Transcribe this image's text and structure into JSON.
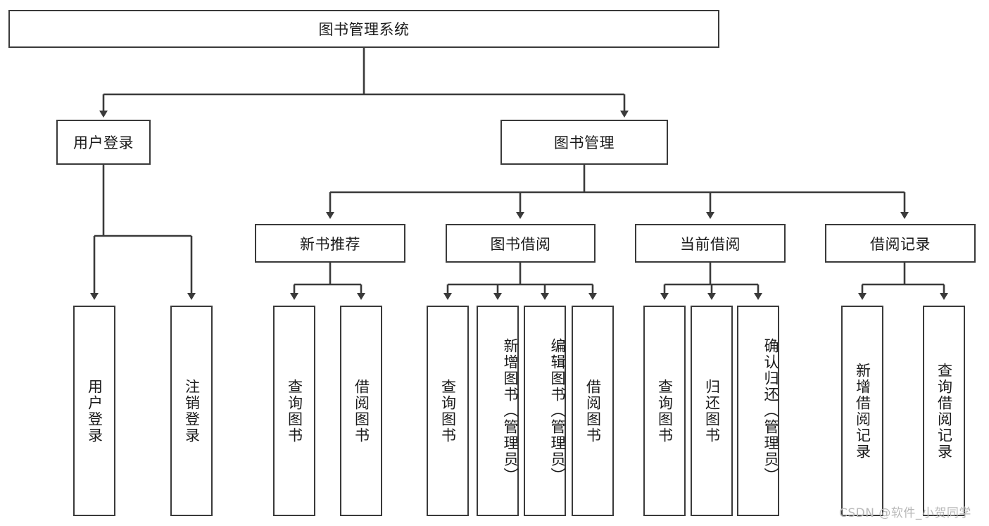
{
  "diagram": {
    "title": "图书管理系统",
    "type": "tree-hierarchy-diagram",
    "colors": {
      "box_border": "#3a3a3a",
      "box_fill": "#ffffff",
      "edge": "#3a3a3a",
      "text": "#1a1a1a",
      "watermark": "#b9b9b9"
    },
    "root": {
      "label": "图书管理系统"
    },
    "level1": [
      {
        "label": "用户登录"
      },
      {
        "label": "图书管理"
      }
    ],
    "level2": [
      {
        "label": "新书推荐"
      },
      {
        "label": "图书借阅"
      },
      {
        "label": "当前借阅"
      },
      {
        "label": "借阅记录"
      }
    ],
    "leaves": {
      "user_login": [
        {
          "label": "用户登录"
        },
        {
          "label": "注销登录"
        }
      ],
      "new_book_recommend": [
        {
          "label": "查询图书"
        },
        {
          "label": "借阅图书"
        }
      ],
      "book_borrow": [
        {
          "label": "查询图书"
        },
        {
          "label": "新增图书（管理员）"
        },
        {
          "label": "编辑图书（管理员）"
        },
        {
          "label": "借阅图书"
        }
      ],
      "current_borrow": [
        {
          "label": "查询图书"
        },
        {
          "label": "归还图书"
        },
        {
          "label": "确认归还（管理员）"
        }
      ],
      "borrow_record": [
        {
          "label": "新增借阅记录"
        },
        {
          "label": "查询借阅记录"
        }
      ]
    }
  },
  "watermark": {
    "text": "CSDN @软件_小贺同学"
  }
}
